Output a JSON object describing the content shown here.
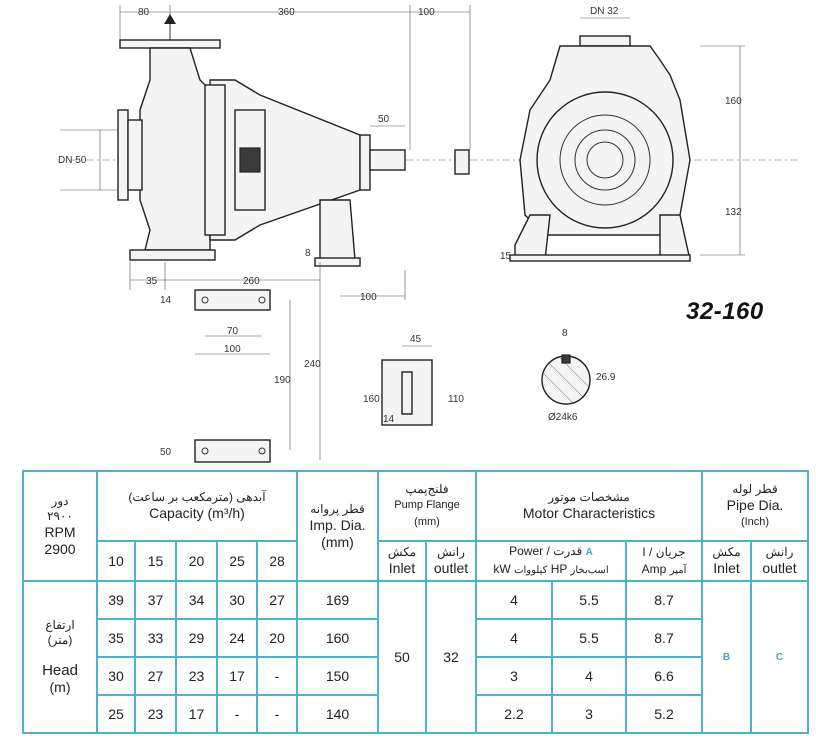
{
  "model": "32-160",
  "drawing_labels": {
    "d80": "80",
    "d360": "360",
    "d100_top": "100",
    "dn32": "DN 32",
    "dn50": "DN 50",
    "d50": "50",
    "d160_right": "160",
    "d132": "132",
    "d15": "15",
    "d8_left": "8",
    "d35": "35",
    "d260": "260",
    "d100_bottom": "100",
    "d14": "14",
    "d70": "70",
    "d100_base": "100",
    "d190": "190",
    "d240": "240",
    "d50_left": "50",
    "d45": "45",
    "d160_key": "160",
    "d110": "110",
    "d14_key": "14",
    "d8_shaft": "8",
    "d26_9": "26.9",
    "d24k6": "Ø24k6"
  },
  "table": {
    "speed_fa": "دور",
    "speed_fa_value": "۲۹۰۰",
    "rpm_label": "RPM",
    "rpm_value": "2900",
    "capacity_fa": "آبدهی (مترمکعب بر ساعت)",
    "capacity_en": "Capacity (m³/h)",
    "capacity_values": [
      "10",
      "15",
      "20",
      "25",
      "28"
    ],
    "imp_fa": "قطر پروانه",
    "imp_en": "Imp. Dia.",
    "imp_unit": "(mm)",
    "flange_fa": "فلنج‌پمپ",
    "flange_en": "Pump Flange",
    "flange_unit": "(mm)",
    "inlet_fa": "مکش",
    "inlet_en": "Inlet",
    "outlet_fa": "رانش",
    "outlet_en": "outlet",
    "motor_fa": "مشخصات موتور",
    "motor_en": "Motor Characteristics",
    "power_en": "Power",
    "power_sep": "/",
    "power_fa": "قدرت",
    "power_letter": "A",
    "current_fa": "جریان",
    "current_sep": "I /",
    "kw_en": "kW",
    "kw_fa": "کیلووات",
    "hp_en": "HP",
    "hp_fa": "اسب‌بخار",
    "amp_en": "Amp",
    "amp_fa": "آمپر",
    "pipe_fa": "قطر لوله",
    "pipe_en": "Pipe Dia.",
    "pipe_unit": "(Inch)",
    "head_fa": "ارتفاع",
    "head_fa_unit": "(متر)",
    "head_en": "Head",
    "head_unit": "(m)",
    "flange_inlet": "50",
    "flange_outlet": "32",
    "pipe_inlet": "B",
    "pipe_outlet": "C",
    "rows": [
      {
        "heads": [
          "39",
          "37",
          "34",
          "30",
          "27"
        ],
        "imp": "169",
        "kw": "4",
        "hp": "5.5",
        "amp": "8.7"
      },
      {
        "heads": [
          "35",
          "33",
          "29",
          "24",
          "20"
        ],
        "imp": "160",
        "kw": "4",
        "hp": "5.5",
        "amp": "8.7"
      },
      {
        "heads": [
          "30",
          "27",
          "23",
          "17",
          "-"
        ],
        "imp": "150",
        "kw": "3",
        "hp": "4",
        "amp": "6.6"
      },
      {
        "heads": [
          "25",
          "23",
          "17",
          "-",
          "-"
        ],
        "imp": "140",
        "kw": "2.2",
        "hp": "3",
        "amp": "5.2"
      }
    ]
  }
}
